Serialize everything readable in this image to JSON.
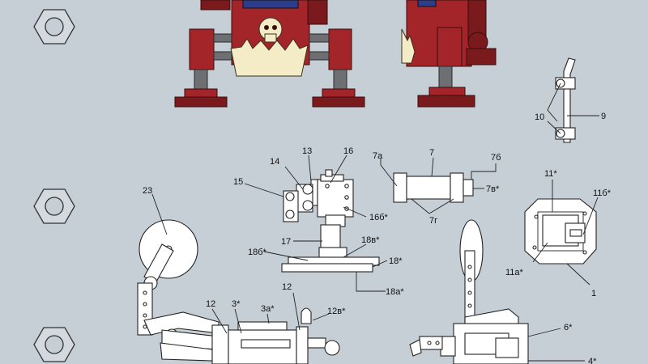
{
  "labels": {
    "l1": "1",
    "l3s": "3*",
    "l3as": "3а*",
    "l6s": "6*",
    "l4s": "4*",
    "l7": "7",
    "l7a": "7а",
    "l7b": "7б",
    "l7v": "7в*",
    "l7g": "7г",
    "l9": "9",
    "l10": "10",
    "l11s": "11*",
    "l11as": "11а*",
    "l11bs": "11б*",
    "l12a": "12",
    "l12b": "12",
    "l12vs": "12в*",
    "l13": "13",
    "l14": "14",
    "l15": "15",
    "l16": "16",
    "l16bs": "16б*",
    "l17": "17",
    "l18s": "18*",
    "l18as": "18а*",
    "l18bs": "18б*",
    "l18vs": "18в*",
    "l23": "23"
  },
  "colors": {
    "background": "#c7cfd6",
    "robot_red": "#a3252a",
    "robot_dark_red": "#7a1a1d",
    "robot_gray": "#6d6f72",
    "robot_cream": "#f4ecc6"
  },
  "icons": [
    "hex-nut-icon",
    "hex-nut-icon",
    "hex-nut-icon"
  ]
}
